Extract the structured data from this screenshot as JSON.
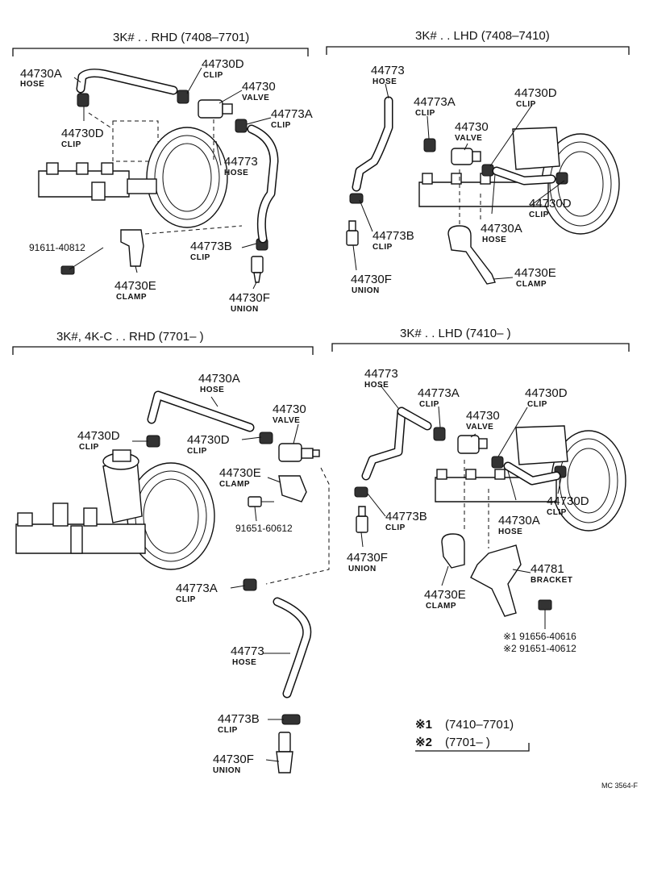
{
  "sections": [
    {
      "title": "3K# . . RHD (7408–7701)",
      "labels": [
        {
          "pn": "44730A",
          "name": "HOSE"
        },
        {
          "pn": "44730D",
          "name": "CLIP"
        },
        {
          "pn": "44730",
          "name": "VALVE"
        },
        {
          "pn": "44773A",
          "name": "CLIP"
        },
        {
          "pn": "44730D",
          "name": "CLIP"
        },
        {
          "pn": "44773",
          "name": "HOSE"
        },
        {
          "pn": "91611-40812",
          "name": ""
        },
        {
          "pn": "44773B",
          "name": "CLIP"
        },
        {
          "pn": "44730E",
          "name": "CLAMP"
        },
        {
          "pn": "44730F",
          "name": "UNION"
        }
      ]
    },
    {
      "title": "3K# . . LHD (7408–7410)",
      "labels": [
        {
          "pn": "44773",
          "name": "HOSE"
        },
        {
          "pn": "44773A",
          "name": "CLIP"
        },
        {
          "pn": "44730D",
          "name": "CLIP"
        },
        {
          "pn": "44730",
          "name": "VALVE"
        },
        {
          "pn": "44730D",
          "name": "CLIP"
        },
        {
          "pn": "44730A",
          "name": "HOSE"
        },
        {
          "pn": "44773B",
          "name": "CLIP"
        },
        {
          "pn": "44730F",
          "name": "UNION"
        },
        {
          "pn": "44730E",
          "name": "CLAMP"
        }
      ]
    },
    {
      "title": "3K#, 4K-C . . RHD (7701–        )",
      "labels": [
        {
          "pn": "44730A",
          "name": "HOSE"
        },
        {
          "pn": "44730",
          "name": "VALVE"
        },
        {
          "pn": "44730D",
          "name": "CLIP"
        },
        {
          "pn": "44730D",
          "name": "CLIP"
        },
        {
          "pn": "44730E",
          "name": "CLAMP"
        },
        {
          "pn": "91651-60612",
          "name": ""
        },
        {
          "pn": "44773A",
          "name": "CLIP"
        },
        {
          "pn": "44773",
          "name": "HOSE"
        },
        {
          "pn": "44773B",
          "name": "CLIP"
        },
        {
          "pn": "44730F",
          "name": "UNION"
        }
      ]
    },
    {
      "title": "3K# . . LHD (7410–        )",
      "labels": [
        {
          "pn": "44773",
          "name": "HOSE"
        },
        {
          "pn": "44773A",
          "name": "CLIP"
        },
        {
          "pn": "44730",
          "name": "VALVE"
        },
        {
          "pn": "44730D",
          "name": "CLIP"
        },
        {
          "pn": "44730D",
          "name": "CLIP"
        },
        {
          "pn": "44730A",
          "name": "HOSE"
        },
        {
          "pn": "44773B",
          "name": "CLIP"
        },
        {
          "pn": "44730F",
          "name": "UNION"
        },
        {
          "pn": "44730E",
          "name": "CLAMP"
        },
        {
          "pn": "44781",
          "name": "BRACKET"
        },
        {
          "pn": "※1 91656-40616",
          "name": ""
        },
        {
          "pn": "※2 91651-40612",
          "name": ""
        }
      ]
    }
  ],
  "notes": [
    {
      "mark": "※1",
      "text": "(7410–7701)"
    },
    {
      "mark": "※2",
      "text": "(7701–        )"
    }
  ],
  "footer_code": "MC 3564-F"
}
